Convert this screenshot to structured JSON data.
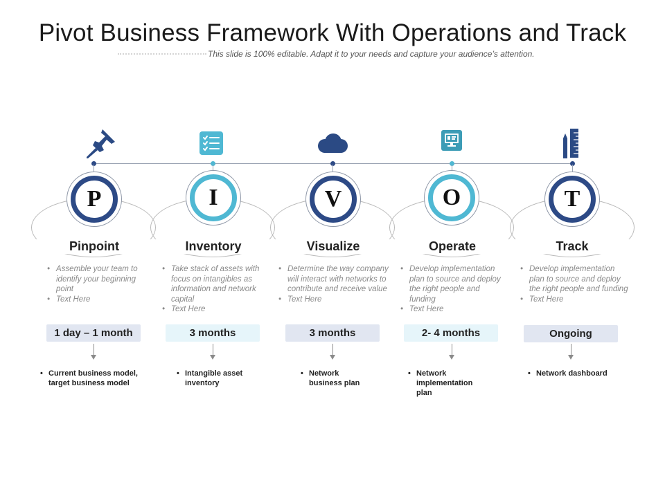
{
  "slide": {
    "title": "Pivot Business Framework With Operations and Track",
    "subtitle": "This slide is 100% editable. Adapt it to your needs and capture your audience’s attention."
  },
  "colors": {
    "dark_blue": "#2d4a86",
    "light_blue": "#4fb8d3",
    "icon_blue": "#2b4a84",
    "icon_teal": "#3c9cb6"
  },
  "steps": [
    {
      "letter": "P",
      "name": "Pinpoint",
      "icon": "pushpin-icon",
      "theme": "dark",
      "desc": [
        "Assemble your team to identify your beginning point",
        "Text Here"
      ],
      "duration": "1 day – 1 month",
      "outcome": "Current business model, target business model"
    },
    {
      "letter": "I",
      "name": "Inventory",
      "icon": "checklist-icon",
      "theme": "light",
      "desc": [
        "Take stack of assets with focus on intangibles as information and network capital",
        "Text Here"
      ],
      "duration": "3 months",
      "outcome": "Intangible asset inventory"
    },
    {
      "letter": "V",
      "name": "Visualize",
      "icon": "cloud-icon",
      "theme": "dark",
      "desc": [
        "Determine the way company will interact with networks to contribute and receive value",
        "Text Here"
      ],
      "duration": "3 months",
      "outcome": "Network business plan"
    },
    {
      "letter": "O",
      "name": "Operate",
      "icon": "monitor-icon",
      "theme": "light",
      "desc": [
        "Develop implementation plan to source and deploy the right people and funding",
        "Text Here"
      ],
      "duration": "2- 4 months",
      "outcome": "Network implementation plan"
    },
    {
      "letter": "T",
      "name": "Track",
      "icon": "ruler-pencil-icon",
      "theme": "dark",
      "desc": [
        "Develop implementation plan to source and deploy the right people and funding",
        "Text Here"
      ],
      "duration": "Ongoing",
      "outcome": "Network dashboard"
    }
  ]
}
